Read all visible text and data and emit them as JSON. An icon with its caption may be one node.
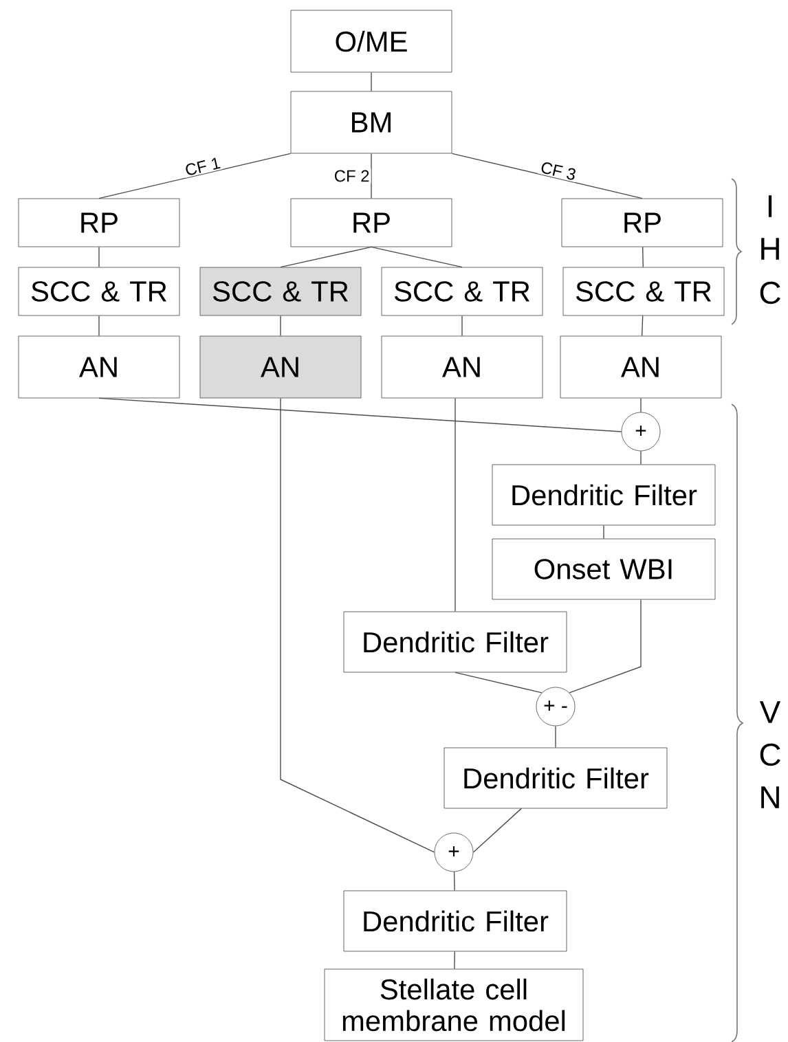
{
  "diagram": {
    "nodes": [
      {
        "text": [
          "O/ME"
        ]
      },
      {
        "text": [
          "BM"
        ]
      },
      {
        "text": [
          "RP"
        ]
      },
      {
        "text": [
          "RP"
        ]
      },
      {
        "text": [
          "RP"
        ]
      },
      {
        "text": [
          "SCC & TR"
        ]
      },
      {
        "text": [
          "SCC & TR"
        ]
      },
      {
        "text": [
          "SCC & TR"
        ]
      },
      {
        "text": [
          "SCC & TR"
        ]
      },
      {
        "text": [
          "AN"
        ]
      },
      {
        "text": [
          "AN"
        ]
      },
      {
        "text": [
          "AN"
        ]
      },
      {
        "text": [
          "AN"
        ]
      },
      {
        "text": [
          "+"
        ]
      },
      {
        "text": [
          "Dendritic Filter"
        ]
      },
      {
        "text": [
          "Onset WBI"
        ]
      },
      {
        "text": [
          "Dendritic Filter"
        ]
      },
      {
        "text": [
          "+ -"
        ]
      },
      {
        "text": [
          "Dendritic Filter"
        ]
      },
      {
        "text": [
          "+"
        ]
      },
      {
        "text": [
          "Dendritic Filter"
        ]
      },
      {
        "text": [
          "Stellate cell membrane model"
        ]
      }
    ],
    "edges": [
      {
        "from": 0,
        "to": 1,
        "arrow": "none"
      },
      {
        "from": 1,
        "to": 2,
        "arrow": "none",
        "label": "CF 1"
      },
      {
        "from": 1,
        "to": 3,
        "arrow": "none",
        "label": "CF 2"
      },
      {
        "from": 1,
        "to": 4,
        "arrow": "none",
        "label": "CF 3"
      },
      {
        "from": 2,
        "to": 5,
        "arrow": "none"
      },
      {
        "from": 3,
        "to": 6,
        "arrow": "none"
      },
      {
        "from": 3,
        "to": 7,
        "arrow": "none"
      },
      {
        "from": 4,
        "to": 8,
        "arrow": "none"
      },
      {
        "from": 5,
        "to": 9,
        "arrow": "none"
      },
      {
        "from": 6,
        "to": 10,
        "arrow": "none"
      },
      {
        "from": 7,
        "to": 11,
        "arrow": "none"
      },
      {
        "from": 8,
        "to": 12,
        "arrow": "none"
      },
      {
        "from": 9,
        "to": 13,
        "arrow": "none"
      },
      {
        "from": 12,
        "to": 13,
        "arrow": "none"
      },
      {
        "from": 13,
        "to": 14,
        "arrow": "none"
      },
      {
        "from": 14,
        "to": 15,
        "arrow": "none"
      },
      {
        "from": 11,
        "to": 16,
        "arrow": "none"
      },
      {
        "from": 16,
        "to": 17,
        "arrow": "none"
      },
      {
        "from": 15,
        "to": 17,
        "arrow": "none"
      },
      {
        "from": 17,
        "to": 18,
        "arrow": "none"
      },
      {
        "from": 10,
        "to": 19,
        "arrow": "none"
      },
      {
        "from": 18,
        "to": 19,
        "arrow": "none"
      },
      {
        "from": 19,
        "to": 20,
        "arrow": "none"
      },
      {
        "from": 20,
        "to": 21,
        "arrow": "none"
      }
    ],
    "labels": [
      "I",
      "H",
      "C",
      "V",
      "C",
      "N"
    ]
  }
}
